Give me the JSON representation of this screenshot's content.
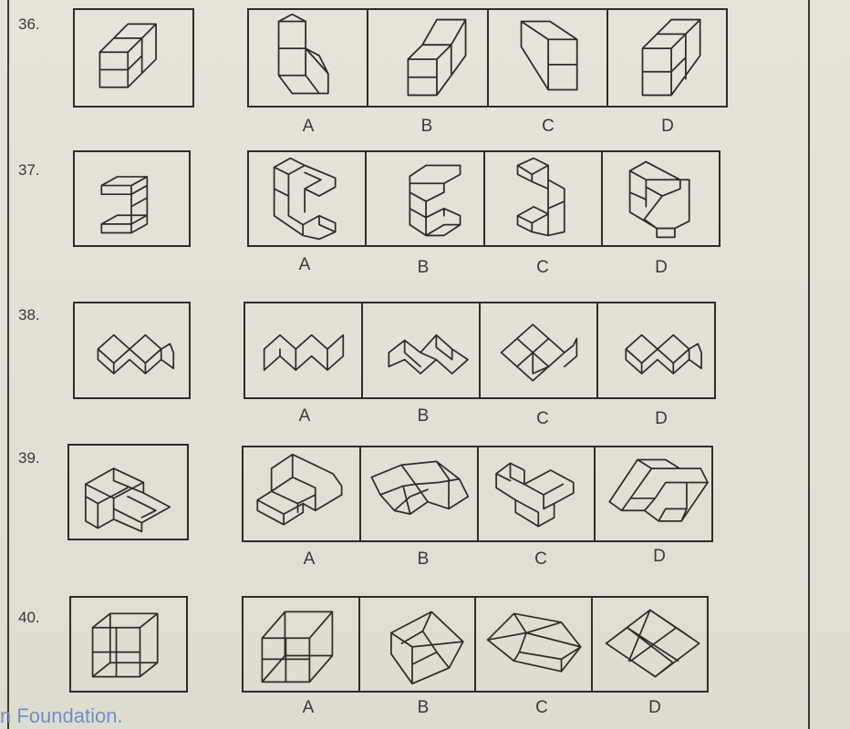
{
  "questions": [
    {
      "number": "36.",
      "labels": [
        "A",
        "B",
        "C",
        "D"
      ]
    },
    {
      "number": "37.",
      "labels": [
        "A",
        "B",
        "C",
        "D"
      ]
    },
    {
      "number": "38.",
      "labels": [
        "A",
        "B",
        "C",
        "D"
      ]
    },
    {
      "number": "39.",
      "labels": [
        "A",
        "B",
        "C",
        "D"
      ]
    },
    {
      "number": "40.",
      "labels": [
        "A",
        "B",
        "C",
        "D"
      ]
    }
  ],
  "footer": {
    "text": "n Foundation."
  }
}
